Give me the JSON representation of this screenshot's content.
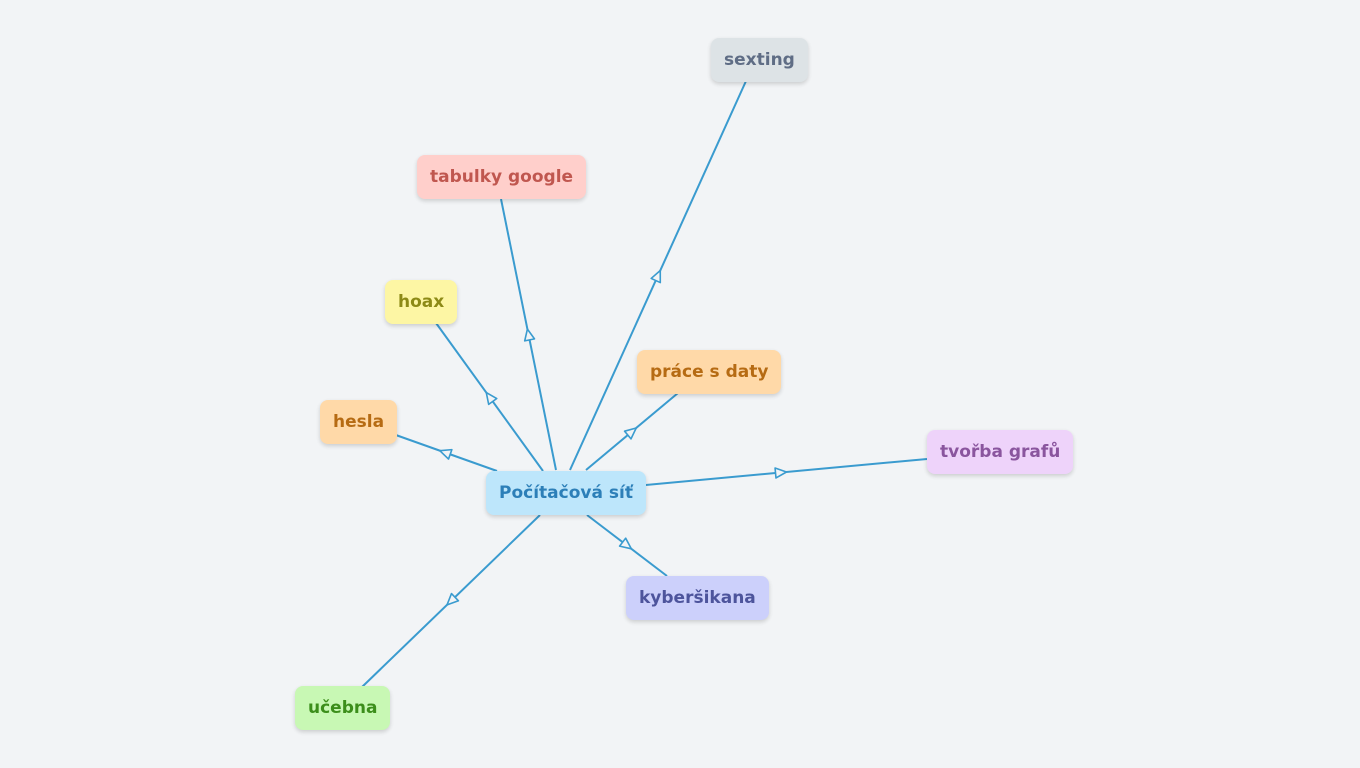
{
  "diagram": {
    "edge_color": "#3a9bcf",
    "center": {
      "id": "center",
      "label": "Počítačová síť",
      "bg": "#bde6fb",
      "fg": "#2c7fb8"
    },
    "nodes": [
      {
        "id": "sexting",
        "label": "sexting",
        "bg": "#dde3e6",
        "fg": "#5f6d85"
      },
      {
        "id": "tabulky-google",
        "label": "tabulky google",
        "bg": "#ffcfcb",
        "fg": "#c0574f"
      },
      {
        "id": "hoax",
        "label": "hoax",
        "bg": "#fdf6a4",
        "fg": "#8d8a16"
      },
      {
        "id": "prace-s-daty",
        "label": "práce s daty",
        "bg": "#ffd9a8",
        "fg": "#b66b13"
      },
      {
        "id": "hesla",
        "label": "hesla",
        "bg": "#ffd9a8",
        "fg": "#b66b13"
      },
      {
        "id": "tvorba-grafu",
        "label": "tvořba grafů",
        "bg": "#eed3fa",
        "fg": "#8a559e"
      },
      {
        "id": "kybersikana",
        "label": "kyberšikana",
        "bg": "#ccd0fb",
        "fg": "#4d549c"
      },
      {
        "id": "ucebna",
        "label": "učebna",
        "bg": "#c8f8b4",
        "fg": "#3c8e1b"
      }
    ]
  }
}
